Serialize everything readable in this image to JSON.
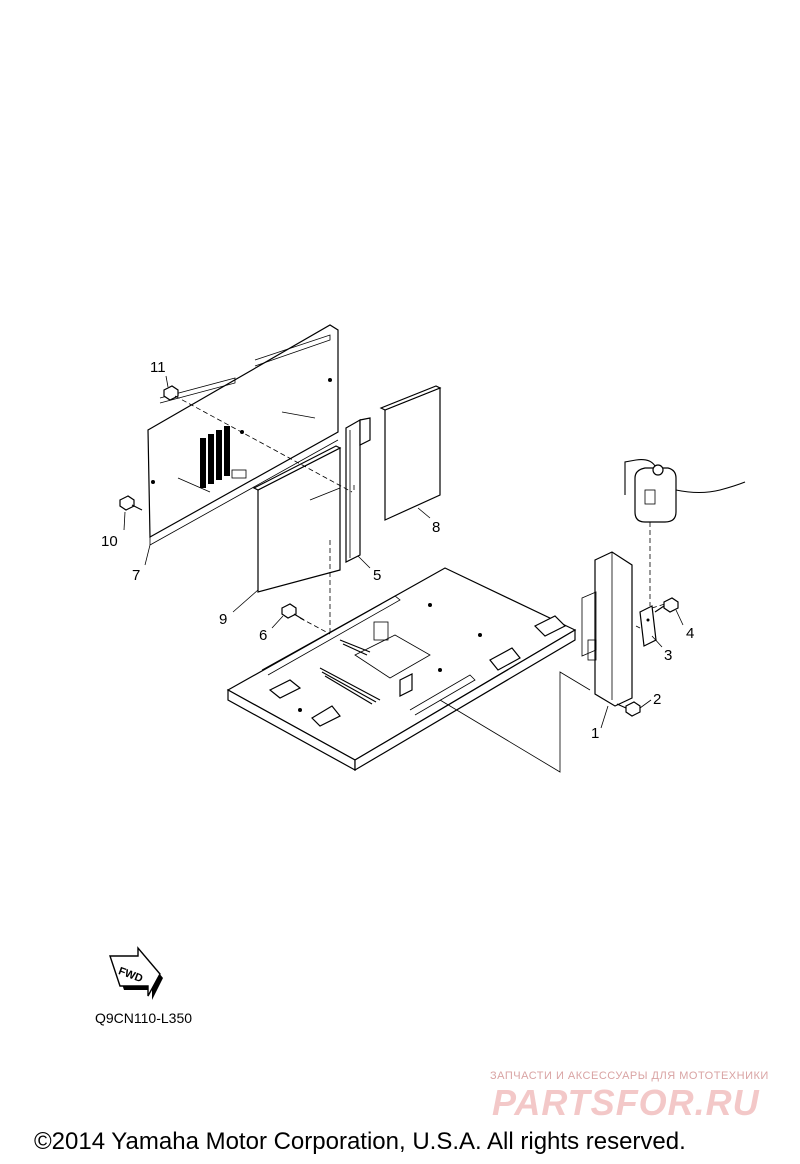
{
  "callouts": {
    "c1": "1",
    "c2": "2",
    "c3": "3",
    "c4": "4",
    "c5": "5",
    "c6": "6",
    "c7": "7",
    "c8": "8",
    "c9": "9",
    "c10": "10",
    "c11": "11"
  },
  "fwd_label": "FWD",
  "diagram_code": "Q9CN110-L350",
  "watermark": {
    "tagline": "ЗАПЧАСТИ И АКСЕССУАРЫ ДЛЯ МОТОТЕХНИКИ",
    "brand": "PARTSFOR.RU"
  },
  "copyright": "©2014 Yamaha Motor Corporation, U.S.A. All rights reserved."
}
